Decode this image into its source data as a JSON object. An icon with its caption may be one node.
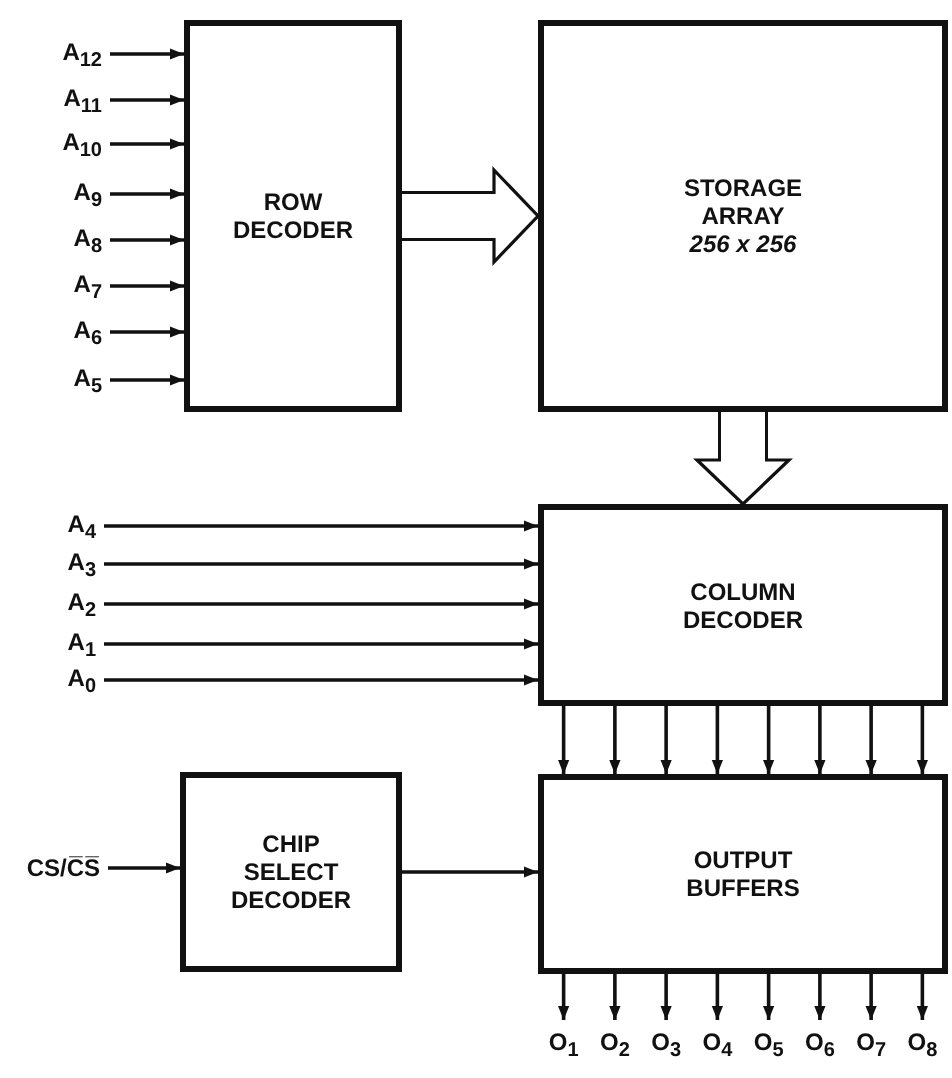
{
  "diagram": {
    "nodes": [
      {
        "text": [
          "A$_{12}$"
        ]
      },
      {
        "text": [
          "A$_{11}$"
        ]
      },
      {
        "text": [
          "A$_{10}$"
        ]
      },
      {
        "text": [
          "A$_{9}$"
        ]
      },
      {
        "text": [
          "A$_{8}$"
        ]
      },
      {
        "text": [
          "A$_{7}$"
        ]
      },
      {
        "text": [
          "A$_{6}$"
        ]
      },
      {
        "text": [
          "A$_{5}$"
        ]
      },
      {
        "text": [
          "ROW DECODER"
        ]
      },
      {
        "text": [
          "STORAGE ARRAY",
          "256 x 256"
        ]
      },
      {
        "text": [
          "A$_{4}$"
        ]
      },
      {
        "text": [
          "A$_{3}$"
        ]
      },
      {
        "text": [
          "A$_{2}$"
        ]
      },
      {
        "text": [
          "A$_{1}$"
        ]
      },
      {
        "text": [
          "A$_{0}$"
        ]
      },
      {
        "text": [
          "COLUMN DECODER"
        ]
      },
      {
        "text": [
          "CS/C̅S̅"
        ]
      },
      {
        "text": [
          "CHIP SELECT DECODER"
        ]
      },
      {
        "text": [
          "OUTPUT BUFFERS"
        ]
      },
      {
        "text": [
          "O$_{1}$"
        ]
      },
      {
        "text": [
          "O$_{2}$"
        ]
      },
      {
        "text": [
          "O$_{3}$"
        ]
      },
      {
        "text": [
          "O$_{4}$"
        ]
      },
      {
        "text": [
          "O$_{5}$"
        ]
      },
      {
        "text": [
          "O$_{6}$"
        ]
      },
      {
        "text": [
          "O$_{7}$"
        ]
      },
      {
        "text": [
          "O$_{8}$"
        ]
      }
    ],
    "edges": [
      {
        "from": 0,
        "to": 8,
        "arrow": "to"
      },
      {
        "from": 1,
        "to": 8,
        "arrow": "to"
      },
      {
        "from": 2,
        "to": 8,
        "arrow": "to"
      },
      {
        "from": 3,
        "to": 8,
        "arrow": "to"
      },
      {
        "from": 4,
        "to": 8,
        "arrow": "to"
      },
      {
        "from": 5,
        "to": 8,
        "arrow": "to"
      },
      {
        "from": 6,
        "to": 8,
        "arrow": "to"
      },
      {
        "from": 7,
        "to": 8,
        "arrow": "to"
      },
      {
        "from": 8,
        "to": 9,
        "arrow": "to",
        "style": "thick"
      },
      {
        "from": 9,
        "to": 15,
        "arrow": "to",
        "style": "thick"
      },
      {
        "from": 10,
        "to": 15,
        "arrow": "to"
      },
      {
        "from": 11,
        "to": 15,
        "arrow": "to"
      },
      {
        "from": 12,
        "to": 15,
        "arrow": "to"
      },
      {
        "from": 13,
        "to": 15,
        "arrow": "to"
      },
      {
        "from": 14,
        "to": 15,
        "arrow": "to"
      },
      {
        "from": 15,
        "to": 18,
        "arrow": "to"
      },
      {
        "from": 15,
        "to": 18,
        "arrow": "to"
      },
      {
        "from": 15,
        "to": 18,
        "arrow": "to"
      },
      {
        "from": 15,
        "to": 18,
        "arrow": "to"
      },
      {
        "from": 15,
        "to": 18,
        "arrow": "to"
      },
      {
        "from": 15,
        "to": 18,
        "arrow": "to"
      },
      {
        "from": 15,
        "to": 18,
        "arrow": "to"
      },
      {
        "from": 15,
        "to": 18,
        "arrow": "to"
      },
      {
        "from": 16,
        "to": 17,
        "arrow": "to"
      },
      {
        "from": 17,
        "to": 18,
        "arrow": "to"
      },
      {
        "from": 18,
        "to": 19,
        "arrow": "to"
      },
      {
        "from": 18,
        "to": 20,
        "arrow": "to"
      },
      {
        "from": 18,
        "to": 21,
        "arrow": "to"
      },
      {
        "from": 18,
        "to": 22,
        "arrow": "to"
      },
      {
        "from": 18,
        "to": 23,
        "arrow": "to"
      },
      {
        "from": 18,
        "to": 24,
        "arrow": "to"
      },
      {
        "from": 18,
        "to": 25,
        "arrow": "to"
      },
      {
        "from": 18,
        "to": 26,
        "arrow": "to"
      }
    ]
  }
}
